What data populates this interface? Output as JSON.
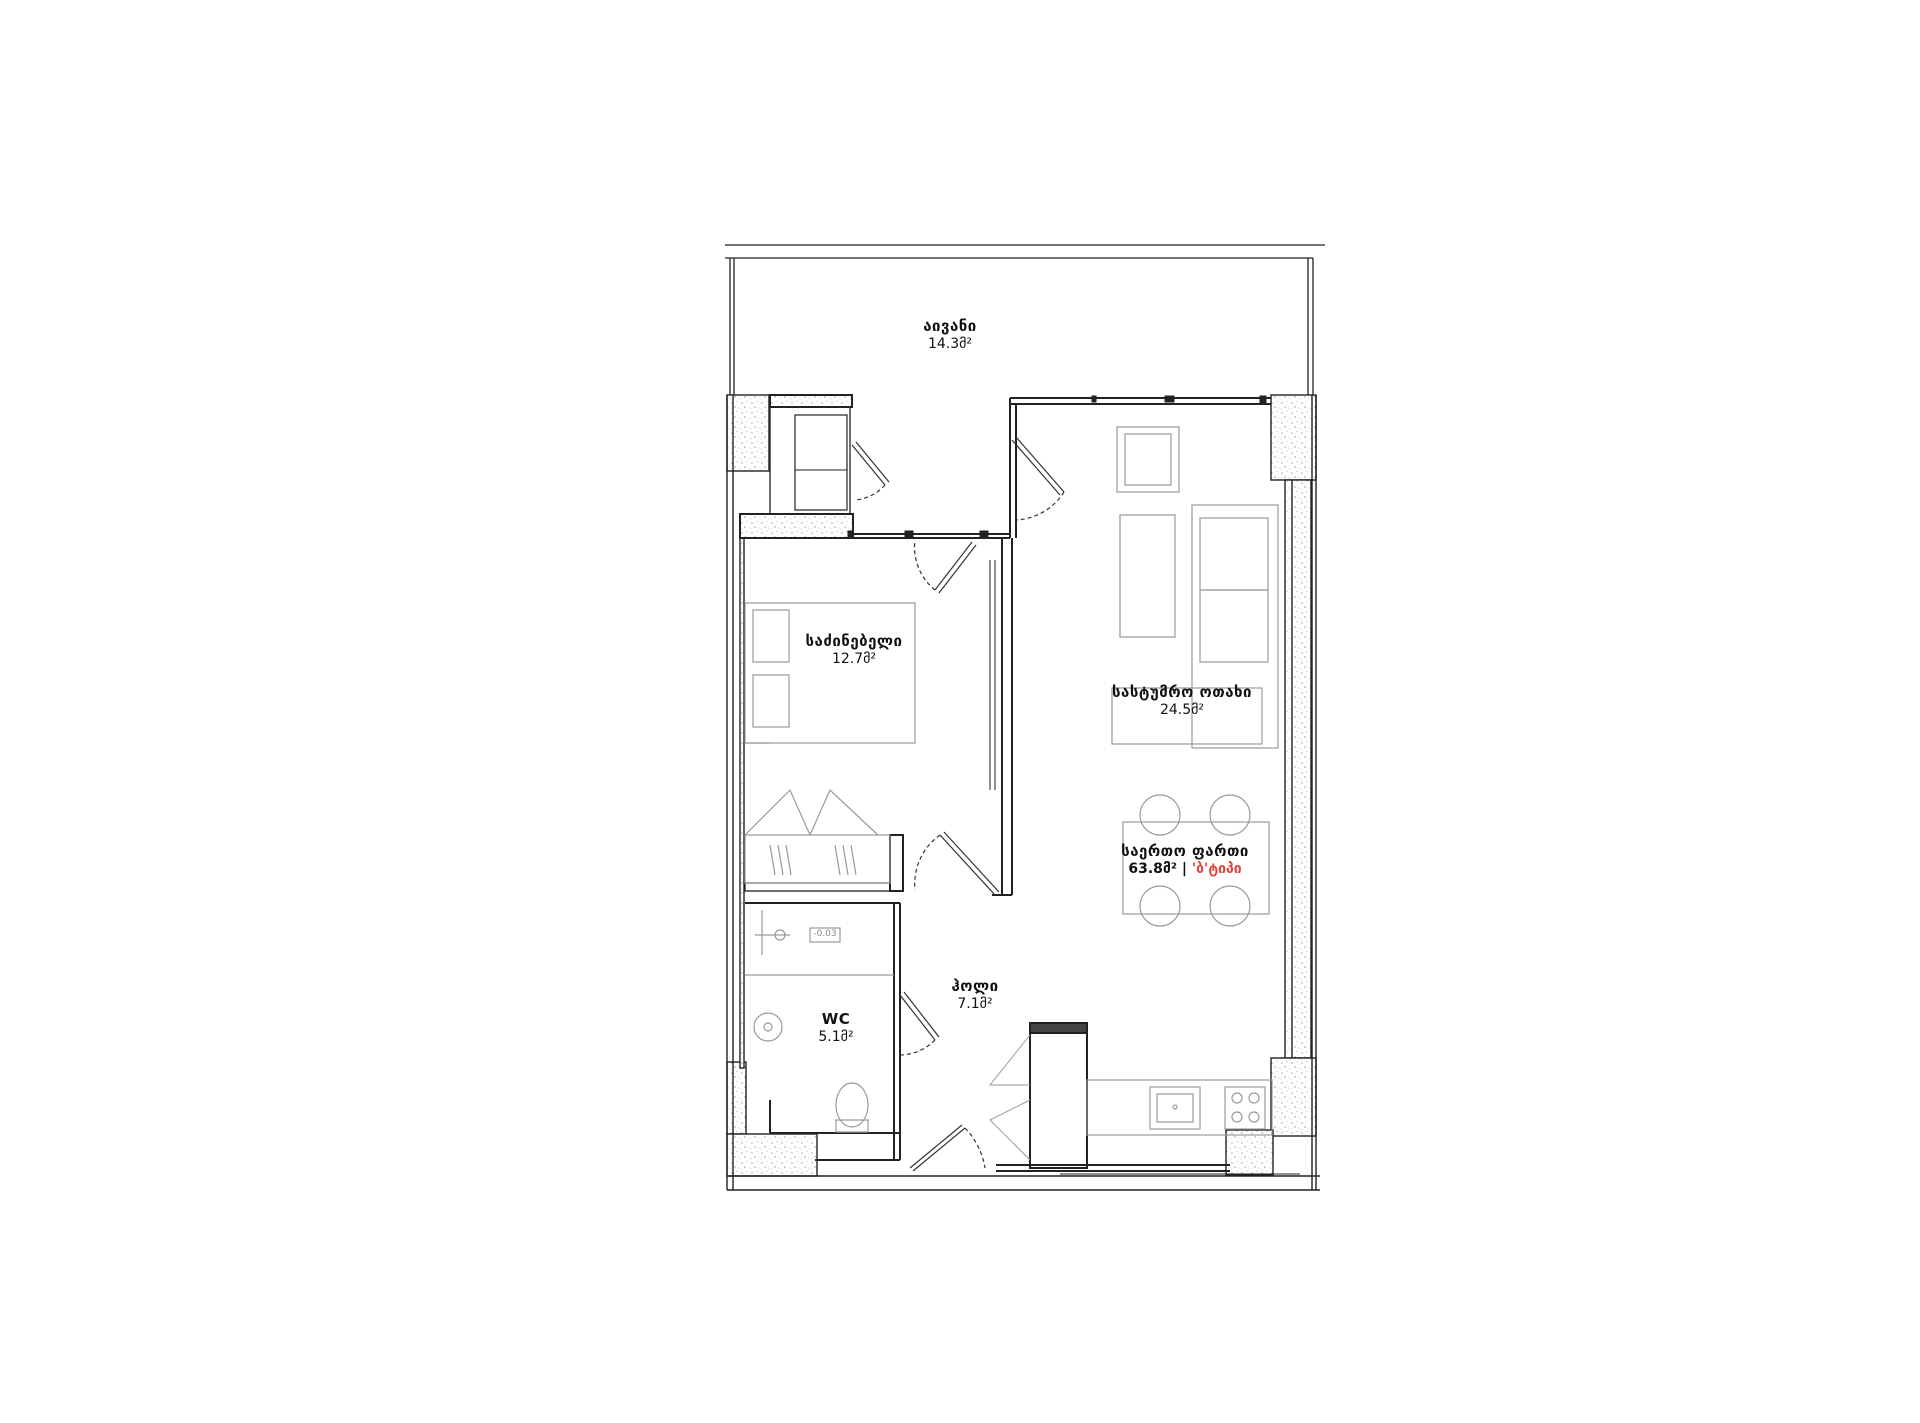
{
  "rooms": {
    "balcony": {
      "name": "აივანი",
      "area": "14.3მ²"
    },
    "bedroom": {
      "name": "საძინებელი",
      "area": "12.7მ²"
    },
    "living": {
      "name": "სასტუმრო ოთახი",
      "area": "24.5მ²"
    },
    "hall": {
      "name": "ჰოლი",
      "area": "7.1მ²"
    },
    "wc": {
      "name": "WC",
      "area": "5.1მ²"
    }
  },
  "summary": {
    "label": "საერთო ფართი",
    "total": "63.8მ²",
    "separator": "|",
    "type_text": "'ბ'ტიპი"
  },
  "floor_tag": "-0.03",
  "colors": {
    "line": "#222222",
    "furniture": "#9a9a9a",
    "accent": "#e0443c",
    "wall_fill": "#ffffff"
  }
}
